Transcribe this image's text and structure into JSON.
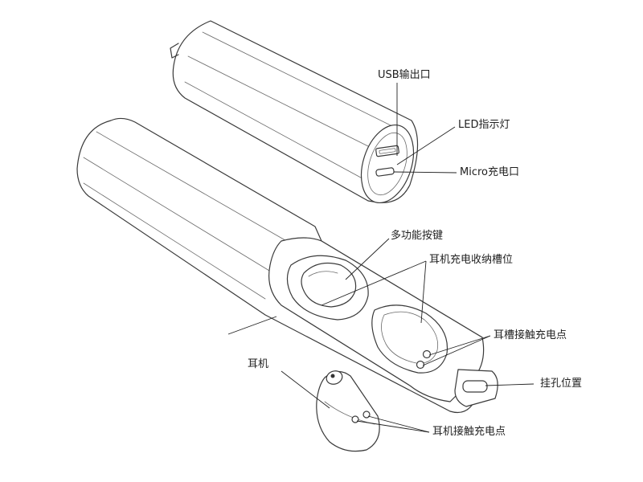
{
  "labels": {
    "usb_output": "USB输出口",
    "led_indicator": "LED指示灯",
    "micro_charge": "Micro充电口",
    "multi_button": "多功能按键",
    "earbud_slot": "耳机充电收纳槽位",
    "slot_contacts": "耳槽接触充电点",
    "lanyard_hole": "挂孔位置",
    "earbud": "耳机",
    "earbud_contacts": "耳机接触充电点"
  }
}
